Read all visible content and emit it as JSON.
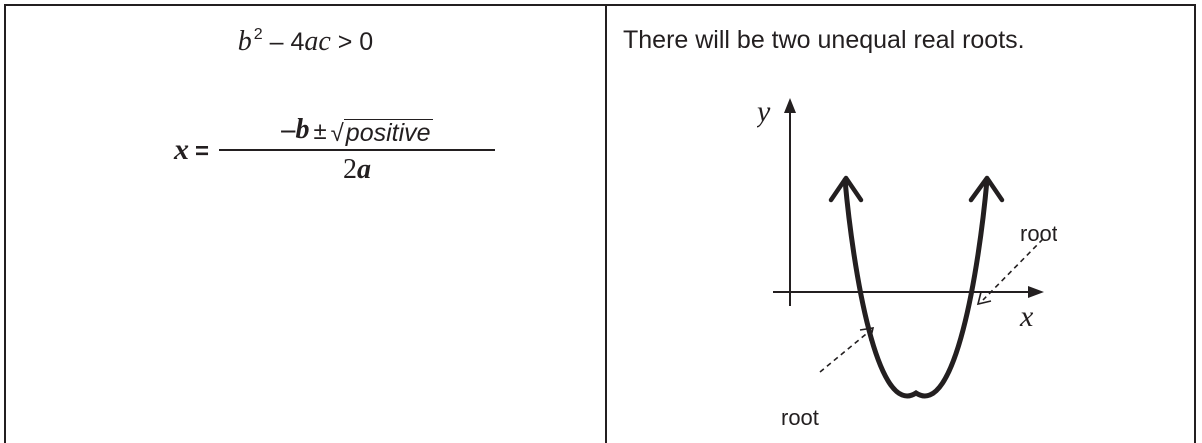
{
  "left_cell": {
    "condition": {
      "b": "b",
      "exponent": "2",
      "rest": " – 4",
      "ac": "ac",
      "comparison": " > 0"
    },
    "formula": {
      "lhs": "x",
      "equals": "=",
      "neg_b": "–b",
      "plus_minus": "±",
      "radical_sign": "√",
      "radicand": "positive",
      "den_number": "2",
      "den_variable": "a"
    }
  },
  "right_cell": {
    "description": "There will be two unequal real roots.",
    "graph": {
      "y_label": "y",
      "x_label": "x",
      "root_upper_label": "root",
      "root_lower_label": "root"
    }
  },
  "colors": {
    "ink": "#231f20",
    "background": "#ffffff"
  }
}
